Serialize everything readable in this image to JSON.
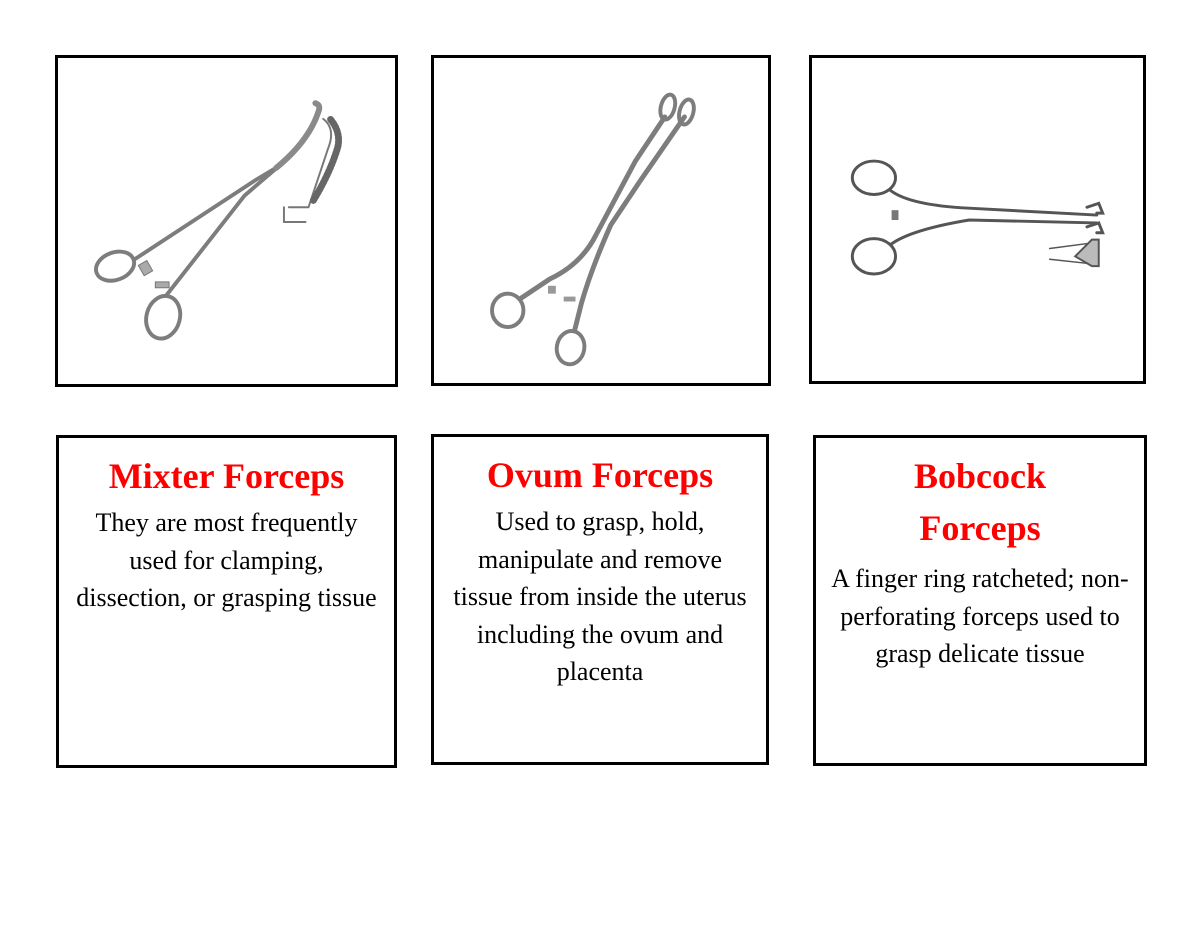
{
  "cards": [
    {
      "title": "Mixter Forceps",
      "description": "They are most frequently used for clamping, dissection, or grasping tissue",
      "image_icon": "mixter-forceps-illustration"
    },
    {
      "title": "Ovum Forceps",
      "description": "Used to grasp, hold, manipulate and remove tissue from inside the uterus including the ovum and placenta",
      "image_icon": "ovum-forceps-illustration"
    },
    {
      "title": "Bobcock Forceps",
      "description": "A finger ring ratcheted; non-perforating forceps used to grasp delicate tissue",
      "image_icon": "babcock-forceps-illustration"
    }
  ],
  "colors": {
    "title": "#ff0000",
    "text": "#000000",
    "border": "#000000",
    "steel": "#8a8a8a"
  }
}
